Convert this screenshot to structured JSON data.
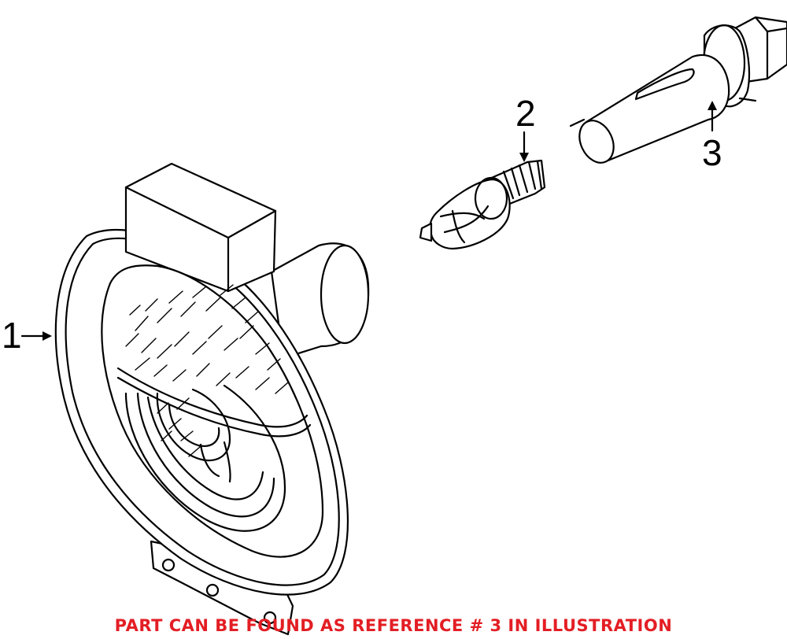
{
  "callouts": {
    "one": "1",
    "two": "2",
    "three": "3"
  },
  "note": "PART CAN BE FOUND AS REFERENCE # 3 IN ILLUSTRATION",
  "colors": {
    "line": "#000000",
    "note": "#e31e24",
    "background": "#ffffff"
  }
}
